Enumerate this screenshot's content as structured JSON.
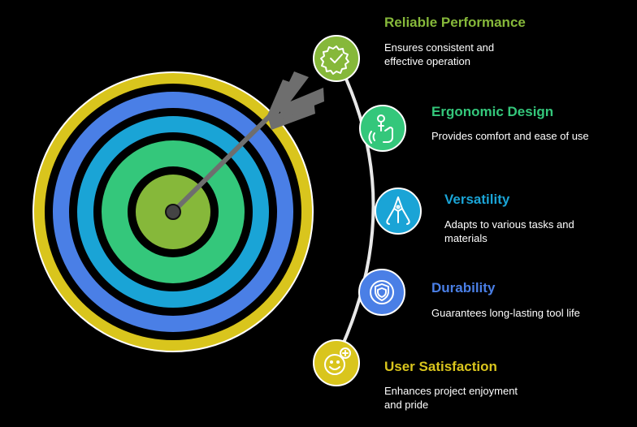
{
  "colors": {
    "background": "#000000",
    "ring_yellow": "#d9c51d",
    "ring_blue": "#4a7fe6",
    "ring_cyan": "#1aa4d6",
    "ring_green": "#34c77b",
    "ring_lime": "#86b83a",
    "arrow": "#6e6e6e"
  },
  "items": [
    {
      "title": "Reliable Performance",
      "description": "Ensures consistent and effective operation",
      "color": "#86b83a",
      "icon": "gear-check-icon"
    },
    {
      "title": "Ergonomic Design",
      "description": "Provides comfort and ease of use",
      "color": "#34c77b",
      "icon": "hand-touch-icon"
    },
    {
      "title": "Versatility",
      "description": "Adapts to various tasks and materials",
      "color": "#1aa4d6",
      "icon": "multi-tool-icon"
    },
    {
      "title": "Durability",
      "description": "Guarantees long-lasting tool life",
      "color": "#4a7fe6",
      "icon": "shield-icon"
    },
    {
      "title": "User Satisfaction",
      "description": "Enhances project enjoyment and pride",
      "color": "#d9c51d",
      "icon": "smiley-plus-icon"
    }
  ]
}
